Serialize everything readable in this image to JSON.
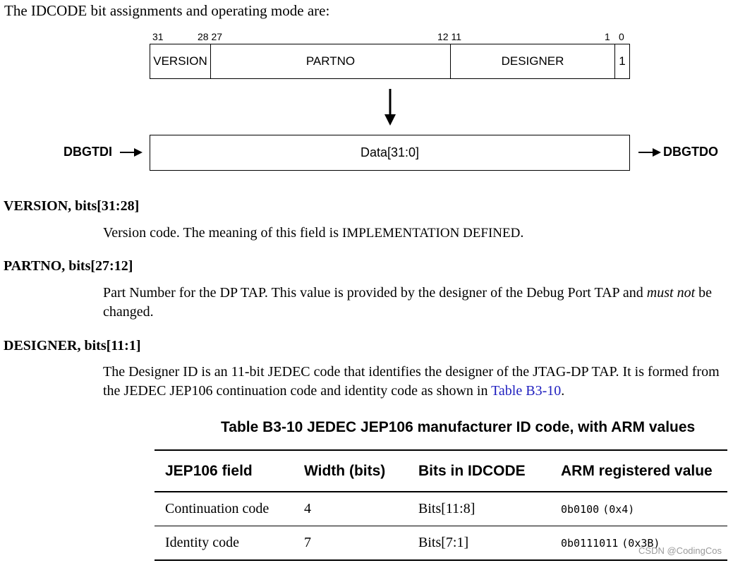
{
  "intro": "The IDCODE bit assignments and operating mode are:",
  "register": {
    "bit_labels": [
      "31",
      "28 27",
      "12 11",
      "1",
      "0"
    ],
    "fields": [
      "VERSION",
      "PARTNO",
      "DESIGNER",
      "1"
    ]
  },
  "data_path": {
    "input": "DBGTDI",
    "register_label": "Data[31:0]",
    "output": "DBGTDO"
  },
  "fields": {
    "version": {
      "heading": "VERSION, bits[31:28]",
      "text_before": "Version code. The meaning of this field is ",
      "smallcaps": "IMPLEMENTATION DEFINED",
      "text_after": "."
    },
    "partno": {
      "heading": "PARTNO, bits[27:12]",
      "text_before": "Part Number for the DP TAP. This value is provided by the designer of the Debug Port TAP and ",
      "emphasis": "must not",
      "text_after": " be changed."
    },
    "designer": {
      "heading": "DESIGNER, bits[11:1]",
      "text_before": "The Designer ID is an 11-bit JEDEC code that identifies the designer of the JTAG-DP TAP. It is formed from the JEDEC JEP106 continuation code and identity code as shown in ",
      "link": "Table B3-10",
      "text_after": "."
    }
  },
  "table": {
    "caption": "Table B3-10 JEDEC JEP106 manufacturer ID code, with ARM values",
    "headers": [
      "JEP106 field",
      "Width (bits)",
      "Bits in IDCODE",
      "ARM registered value"
    ],
    "rows": [
      {
        "field": "Continuation code",
        "width": "4",
        "bits": "Bits[11:8]",
        "value_code": "0b0100",
        "value_hex": "(0x4)"
      },
      {
        "field": "Identity code",
        "width": "7",
        "bits": "Bits[7:1]",
        "value_code": "0b0111011",
        "value_hex": "(0x3B)"
      }
    ]
  },
  "watermark": "CSDN @CodingCos"
}
